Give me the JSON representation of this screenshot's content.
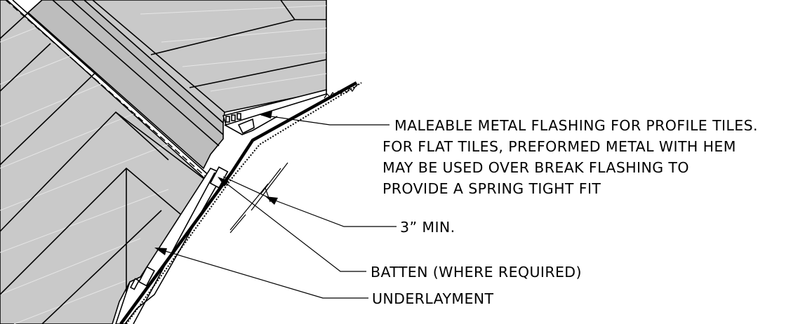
{
  "notes": {
    "flashing": {
      "lines": [
        "MALEABLE METAL FLASHING FOR PROFILE TILES.",
        "FOR FLAT TILES, PREFORMED METAL WITH HEM",
        "MAY BE USED OVER BREAK FLASHING TO",
        "PROVIDE A SPRING TIGHT FIT"
      ]
    },
    "min_dim": "3” MIN.",
    "batten": "BATTEN (WHERE REQUIRED)",
    "underlayment": "UNDERLAYMENT"
  },
  "colors": {
    "tile_fill": "#c9c9c9",
    "line": "#000000",
    "background": "#ffffff"
  }
}
